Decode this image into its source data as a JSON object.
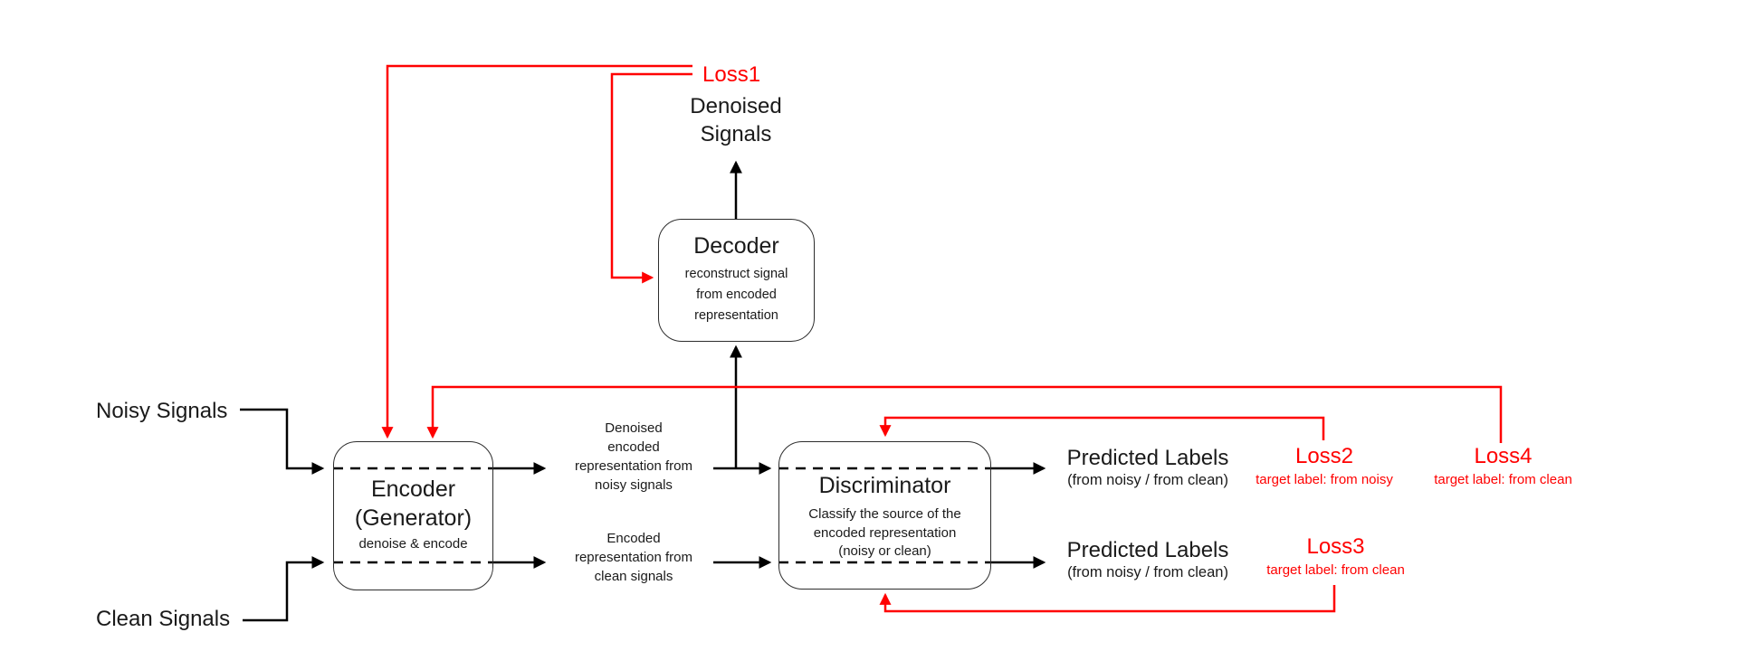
{
  "colors": {
    "accent_red": "#ff0000",
    "line_black": "#000000",
    "text_black": "#1a1a1a",
    "background": "#ffffff"
  },
  "inputs": {
    "noisy_label": "Noisy Signals",
    "clean_label": "Clean Signals"
  },
  "output_label": {
    "lines": [
      "Denoised",
      "Signals"
    ]
  },
  "boxes": {
    "encoder": {
      "title_line1": "Encoder",
      "title_line2": "(Generator)",
      "subtitle": "denoise & encode"
    },
    "decoder": {
      "title": "Decoder",
      "subtitle_lines": [
        "reconstruct signal",
        "from encoded",
        "representation"
      ]
    },
    "discriminator": {
      "title": "Discriminator",
      "subtitle_lines": [
        "Classify the source  of the",
        "encoded representation",
        "(noisy or clean)"
      ]
    }
  },
  "representation_labels": {
    "noisy_lines": [
      "Denoised",
      "encoded",
      "representation from",
      "noisy signals"
    ],
    "clean_lines": [
      "Encoded",
      "representation from",
      "clean signals"
    ]
  },
  "outputs": {
    "predicted_row1": {
      "label": "Predicted Labels",
      "sublabel": "(from noisy / from clean)"
    },
    "predicted_row2": {
      "label": "Predicted Labels",
      "sublabel": "(from noisy / from clean)"
    }
  },
  "losses": {
    "loss1": {
      "name": "Loss1"
    },
    "loss2": {
      "name": "Loss2",
      "target": "target label: from noisy"
    },
    "loss3": {
      "name": "Loss3",
      "target": "target label: from clean"
    },
    "loss4": {
      "name": "Loss4",
      "target": "target label: from clean"
    }
  }
}
